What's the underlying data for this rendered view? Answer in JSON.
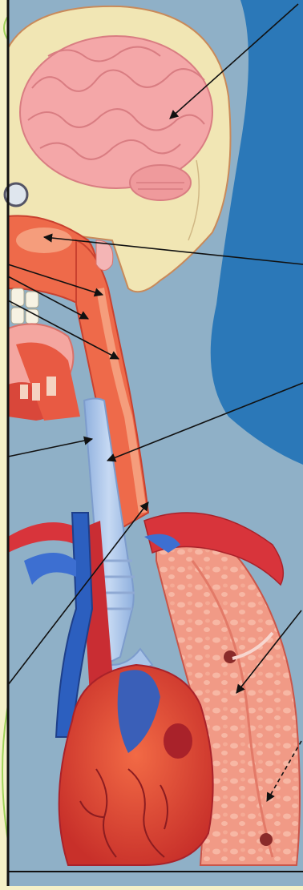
{
  "figure": {
    "description_hidden": "",
    "colors": {
      "background_blue": "#2b78b8",
      "silhouette": "#8fb0c7",
      "skull": "#f1e6b4",
      "brain": "#f4a7a8",
      "tissue": "#ee6a4a",
      "trachea": "#a9c4e8",
      "vein": "#2c5fbf",
      "artery": "#d8343b",
      "lung": "#f19a86",
      "heart": "#e44a35",
      "frame_left": "#f5f1c8",
      "frame_border": "#111111",
      "guide_line": "#9fd25a"
    },
    "pointers": [
      {
        "id": "brain",
        "style": "solid"
      },
      {
        "id": "nasal-cavity",
        "style": "solid"
      },
      {
        "id": "pharynx-1",
        "style": "solid"
      },
      {
        "id": "pharynx-2",
        "style": "solid"
      },
      {
        "id": "pharynx-3",
        "style": "solid"
      },
      {
        "id": "trachea",
        "style": "solid"
      },
      {
        "id": "esophagus",
        "style": "solid"
      },
      {
        "id": "aorta-arch",
        "style": "solid"
      },
      {
        "id": "lung",
        "style": "solid"
      },
      {
        "id": "lung-lower",
        "style": "dashed"
      }
    ]
  }
}
